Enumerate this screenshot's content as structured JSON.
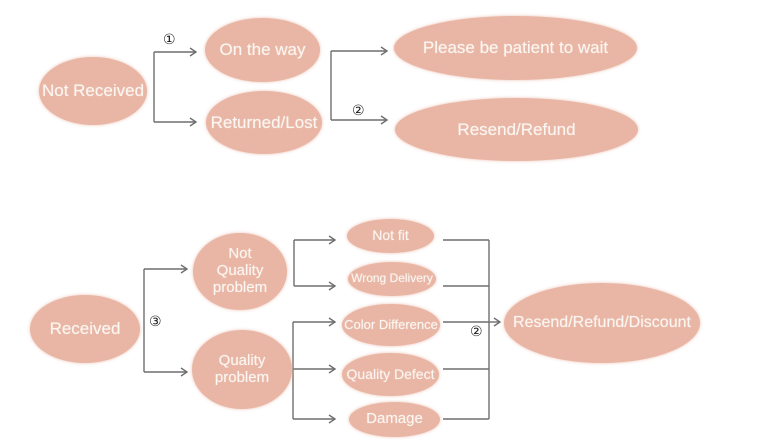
{
  "diagram": {
    "colors": {
      "background": "#ffffff",
      "node_fill": "#e9b6a5",
      "node_text": "#fbf6f1",
      "line_color": "#6f6f6f",
      "marker_color": "#1a1a1a"
    },
    "nodes": {
      "not_received": "Not Received",
      "on_the_way": "On the way",
      "returned_lost": "Returned/Lost",
      "please_wait": "Please be patient to wait",
      "resend_refund": "Resend/Refund",
      "received": "Received",
      "not_quality_problem": "Not Quality problem",
      "quality_problem": "Quality problem",
      "not_fit": "Not fit",
      "wrong_delivery": "Wrong Delivery",
      "color_difference": "Color Difference",
      "quality_defect": "Quality Defect",
      "damage": "Damage",
      "resend_refund_discount": "Resend/Refund/Discount"
    },
    "markers": {
      "step1": "①",
      "step2_top": "②",
      "step3": "③",
      "step2_bottom": "②"
    }
  }
}
